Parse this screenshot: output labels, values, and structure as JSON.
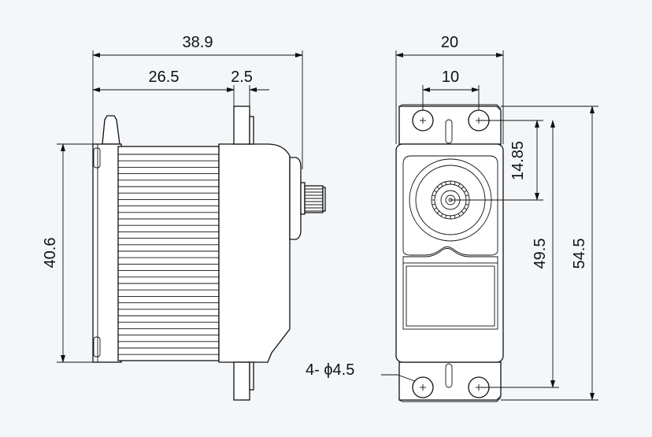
{
  "dimensions": {
    "overall_length": "38.9",
    "body_length": "26.5",
    "flange_thickness": "2.5",
    "height": "40.6",
    "width": "20",
    "hole_spacing_x": "10",
    "shaft_offset": "14.85",
    "hole_spacing_y": "49.5",
    "overall_height": "54.5",
    "hole_diameter": "4- ϕ4.5"
  }
}
